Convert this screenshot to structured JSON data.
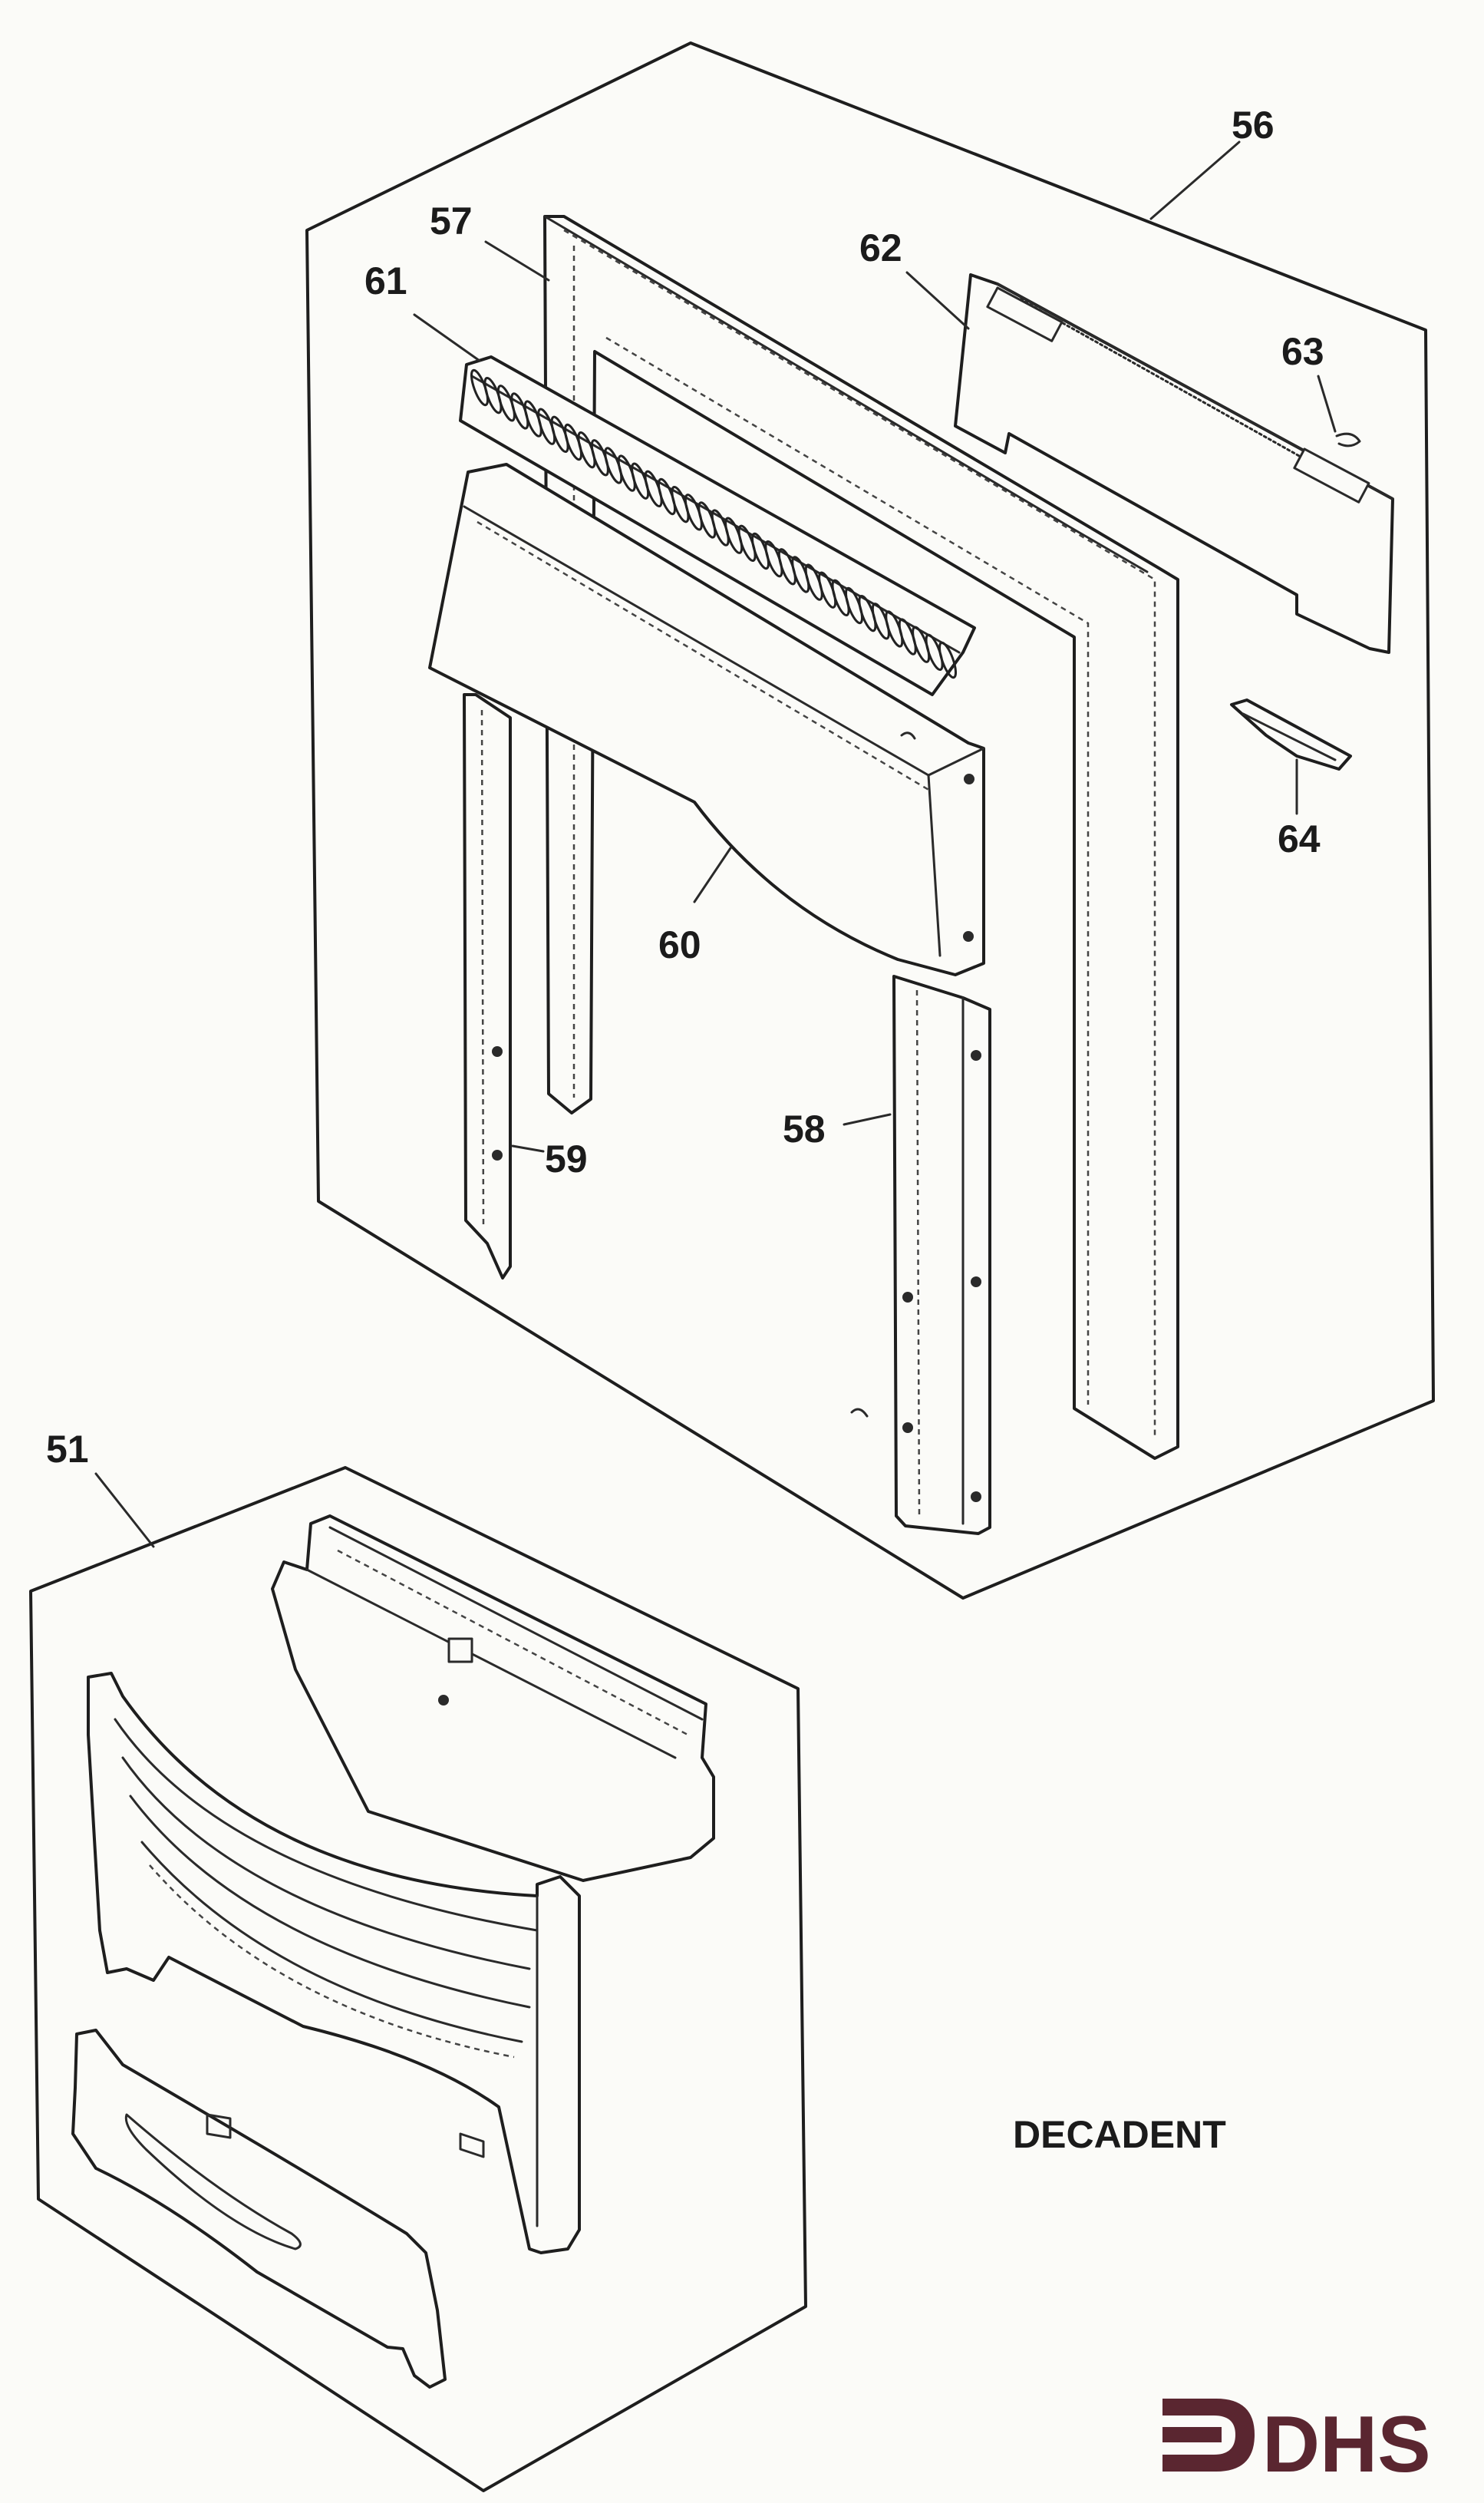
{
  "caption": "DECADENT",
  "logo": {
    "text": "DHS",
    "color": "#5a2630"
  },
  "part_labels": {
    "p56": "56",
    "p57": "57",
    "p61": "61",
    "p62": "62",
    "p63": "63",
    "p64": "64",
    "p60": "60",
    "p58": "58",
    "p59": "59",
    "p51": "51"
  }
}
